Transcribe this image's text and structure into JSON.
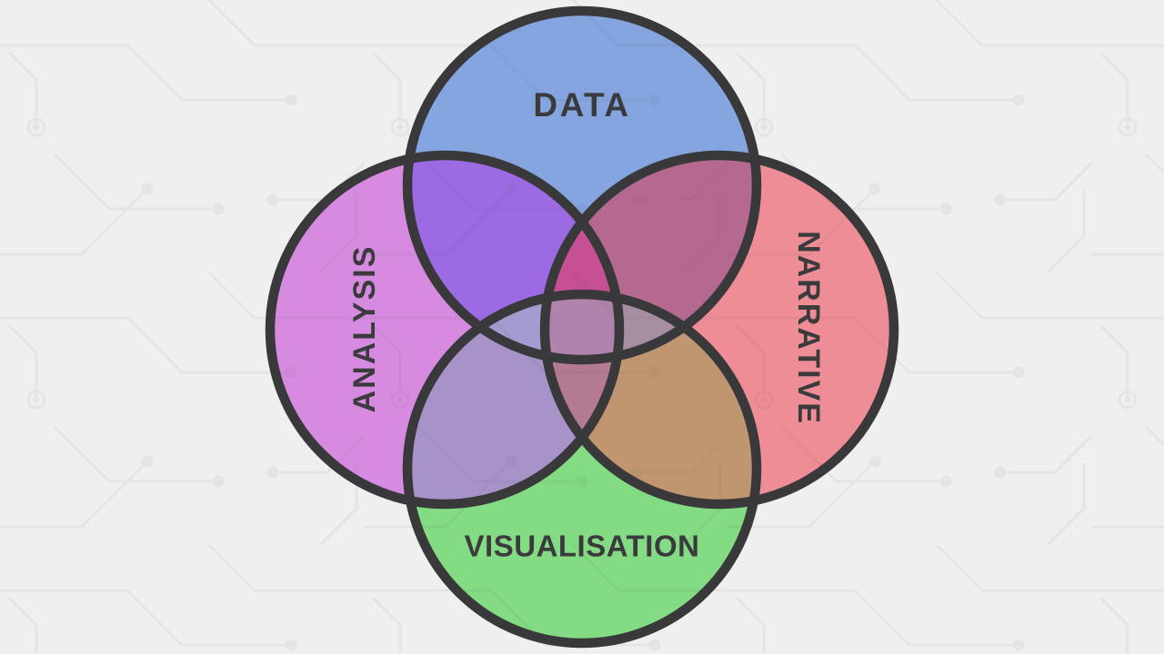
{
  "background": {
    "color": "#efefef",
    "pattern": "circuit-traces",
    "trace_color": "#3f3f3f",
    "trace_opacity": "0.06"
  },
  "venn": {
    "outline_color": "#39393b",
    "label_color": "#3b3b3e",
    "sets": [
      {
        "id": "data",
        "label": "DATA",
        "color": "#85a5e1"
      },
      {
        "id": "analysis",
        "label": "ANALYSIS",
        "color": "#d78be0"
      },
      {
        "id": "narrative",
        "label": "NARRATIVE",
        "color": "#ee8d96"
      },
      {
        "id": "visualisation",
        "label": "VISUALISATION",
        "color": "#83db83"
      }
    ],
    "overlaps": {
      "data_analysis": "#9c6be4",
      "data_narrative": "#b56991",
      "analysis_visualisation": "#a793c8",
      "narrative_visualisation": "#c09670",
      "data_analysis_narrative": "#c65093",
      "data_analysis_visualisation": "#a29cd2",
      "data_narrative_visualisation": "#a78fa2",
      "analysis_narrative_visualisation": "#b57a93",
      "all_four": "#af83ab"
    }
  }
}
